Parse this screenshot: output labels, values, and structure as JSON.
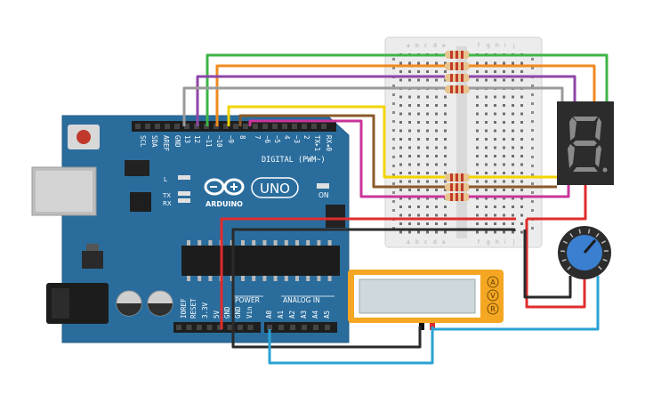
{
  "board": {
    "logo_text": "ARDUINO",
    "model": "UNO",
    "digital_label": "DIGITAL (PWM~)",
    "analog_label": "ANALOG IN",
    "power_label": "POWER",
    "on_label": "ON",
    "led_l_label": "L",
    "tx_label": "TX",
    "rx_label": "RX",
    "top_pins": [
      "SCL",
      "SDA",
      "AREF",
      "GND",
      "13",
      "12",
      "~11",
      "~10",
      "~9",
      "8",
      "7",
      "~6",
      "~5",
      "4",
      "~3",
      "2",
      "TX▸1",
      "RX◂0"
    ],
    "power_pins": [
      "IOREF",
      "RESET",
      "3.3V",
      "5V",
      "GND",
      "GND",
      "Vin"
    ],
    "analog_pins": [
      "A0",
      "A1",
      "A2",
      "A3",
      "A4",
      "A5"
    ]
  },
  "breadboard": {
    "col_letters_top": [
      "a",
      "b",
      "c",
      "d",
      "e",
      "f",
      "g",
      "h",
      "i",
      "j"
    ]
  },
  "multimeter": {
    "modes": [
      "A",
      "V",
      "R"
    ],
    "reading": ""
  },
  "seven_segment": {
    "digit": "8"
  },
  "colors": {
    "board": "#2a6d9d",
    "wire_green": "#3eb548",
    "wire_orange": "#f08a1e",
    "wire_purple": "#8e46a8",
    "wire_gray": "#9a9a9a",
    "wire_yellow": "#f2d400",
    "wire_brown": "#8b5a2b",
    "wire_magenta": "#c9349a",
    "wire_red": "#e02c2c",
    "wire_black": "#2a2a2a",
    "wire_blue": "#2aa2d4",
    "multimeter": "#f5a623",
    "pot": "#3b7fd0"
  }
}
